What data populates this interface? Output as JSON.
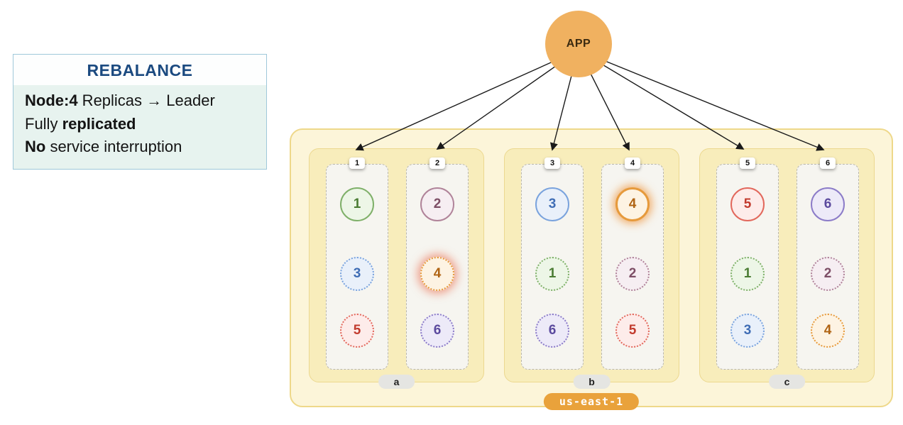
{
  "info_panel": {
    "title": "REBALANCE",
    "lines": [
      {
        "segments": [
          {
            "t": "Node:4",
            "b": true
          },
          {
            "t": " Replicas → Leader",
            "b": false
          }
        ]
      },
      {
        "segments": [
          {
            "t": "Fully ",
            "b": false
          },
          {
            "t": "replicated",
            "b": true
          }
        ]
      },
      {
        "segments": [
          {
            "t": "No",
            "b": true
          },
          {
            "t": " service interruption",
            "b": false
          }
        ]
      }
    ]
  },
  "app": {
    "label": "APP"
  },
  "region": {
    "label": "us-east-1"
  },
  "zones": [
    {
      "label": "a",
      "nodes": [
        {
          "id": "1",
          "replicas": [
            {
              "num": "1",
              "role": "leader"
            },
            {
              "num": "3",
              "role": "replica"
            },
            {
              "num": "5",
              "role": "replica"
            }
          ]
        },
        {
          "id": "2",
          "replicas": [
            {
              "num": "2",
              "role": "leader"
            },
            {
              "num": "4",
              "role": "replica",
              "highlight": "glow"
            },
            {
              "num": "6",
              "role": "replica"
            }
          ]
        }
      ]
    },
    {
      "label": "b",
      "nodes": [
        {
          "id": "3",
          "replicas": [
            {
              "num": "3",
              "role": "leader"
            },
            {
              "num": "1",
              "role": "replica"
            },
            {
              "num": "6",
              "role": "replica"
            }
          ]
        },
        {
          "id": "4",
          "replicas": [
            {
              "num": "4",
              "role": "leader",
              "highlight": "glow"
            },
            {
              "num": "2",
              "role": "replica"
            },
            {
              "num": "5",
              "role": "replica"
            }
          ]
        }
      ]
    },
    {
      "label": "c",
      "nodes": [
        {
          "id": "5",
          "replicas": [
            {
              "num": "5",
              "role": "leader"
            },
            {
              "num": "1",
              "role": "replica"
            },
            {
              "num": "3",
              "role": "replica"
            }
          ]
        },
        {
          "id": "6",
          "replicas": [
            {
              "num": "6",
              "role": "leader"
            },
            {
              "num": "2",
              "role": "replica"
            },
            {
              "num": "4",
              "role": "replica"
            }
          ]
        }
      ]
    }
  ],
  "colors": {
    "1": {
      "border": "#7fb069",
      "bg": "#edf6e7",
      "text": "#4a7c33"
    },
    "2": {
      "border": "#b08399",
      "bg": "#f6eef2",
      "text": "#7d4e66"
    },
    "3": {
      "border": "#7aa3dd",
      "bg": "#e9f0fa",
      "text": "#3f6db5"
    },
    "4": {
      "border": "#e69a3c",
      "bg": "#fdf3e3",
      "text": "#b06414"
    },
    "5": {
      "border": "#e2685c",
      "bg": "#fdecea",
      "text": "#c23b2e"
    },
    "6": {
      "border": "#8c7cc8",
      "bg": "#edeaf8",
      "text": "#5b4a9e"
    },
    "app": "#f0b160",
    "region_badge": "#e9a23b"
  }
}
